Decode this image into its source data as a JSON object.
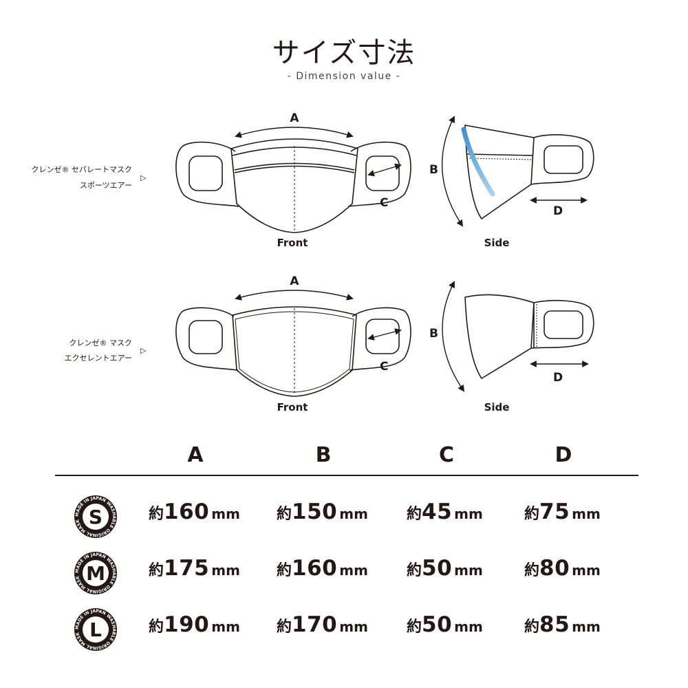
{
  "header": {
    "title": "サイズ寸法",
    "subtitle": "- Dimension value -"
  },
  "products": [
    {
      "name_line1": "クレンゼ® セパレートマスク",
      "name_line2": "スポーツエアー",
      "pointer": "▷",
      "front_label": "Front",
      "side_label": "Side"
    },
    {
      "name_line1": "クレンゼ® マスク",
      "name_line2": "エクセレントエアー",
      "pointer": "▷",
      "front_label": "Front",
      "side_label": "Side"
    }
  ],
  "dimension_labels": {
    "a": "A",
    "b": "B",
    "c": "C",
    "d": "D"
  },
  "table": {
    "columns": [
      "A",
      "B",
      "C",
      "D"
    ],
    "prefix": "約",
    "unit": "mm",
    "badge_ring_text": "MADE IN JAPAN  WASHABLE ORIGINAL MASK",
    "rows": [
      {
        "size": "S",
        "values": [
          "160",
          "150",
          "45",
          "75"
        ]
      },
      {
        "size": "M",
        "values": [
          "175",
          "160",
          "50",
          "80"
        ]
      },
      {
        "size": "L",
        "values": [
          "190",
          "170",
          "50",
          "85"
        ]
      }
    ]
  },
  "colors": {
    "ink": "#231815",
    "accent_strap": "#5aa5d6"
  }
}
